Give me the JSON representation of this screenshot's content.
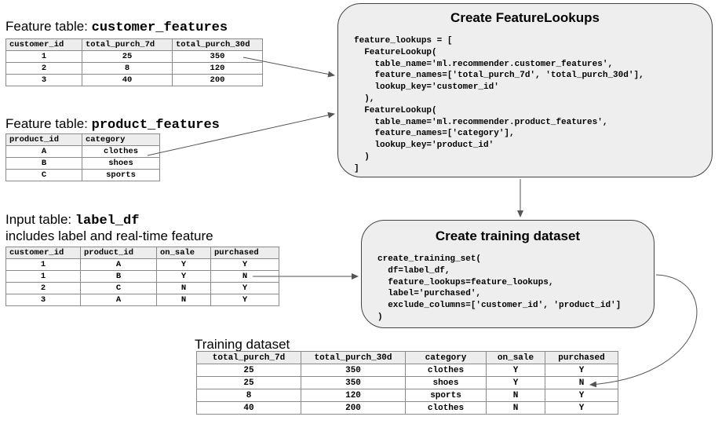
{
  "customer_features": {
    "caption_prefix": "Feature table: ",
    "caption_code": "customer_features",
    "columns": [
      "customer_id",
      "total_purch_7d",
      "total_purch_30d"
    ],
    "rows": [
      [
        "1",
        "25",
        "350"
      ],
      [
        "2",
        "8",
        "120"
      ],
      [
        "3",
        "40",
        "200"
      ]
    ]
  },
  "product_features": {
    "caption_prefix": "Feature table: ",
    "caption_code": "product_features",
    "columns": [
      "product_id",
      "category"
    ],
    "rows": [
      [
        "A",
        "clothes"
      ],
      [
        "B",
        "shoes"
      ],
      [
        "C",
        "sports"
      ]
    ]
  },
  "label_df": {
    "caption_prefix": "Input table: ",
    "caption_code": "label_df",
    "caption_line2": "includes label and real-time feature",
    "columns": [
      "customer_id",
      "product_id",
      "on_sale",
      "purchased"
    ],
    "rows": [
      [
        "1",
        "A",
        "Y",
        "Y"
      ],
      [
        "1",
        "B",
        "Y",
        "N"
      ],
      [
        "2",
        "C",
        "N",
        "Y"
      ],
      [
        "3",
        "A",
        "N",
        "Y"
      ]
    ]
  },
  "feature_lookups_box": {
    "title": "Create FeatureLookups",
    "code": "feature_lookups = [\n  FeatureLookup(\n    table_name='ml.recommender.customer_features',\n    feature_names=['total_purch_7d', 'total_purch_30d'],\n    lookup_key='customer_id'\n  ),\n  FeatureLookup(\n    table_name='ml.recommender.product_features',\n    feature_names=['category'],\n    lookup_key='product_id'\n  )\n]"
  },
  "training_set_box": {
    "title": "Create training dataset",
    "code": "create_training_set(\n  df=label_df,\n  feature_lookups=feature_lookups,\n  label='purchased',\n  exclude_columns=['customer_id', 'product_id']\n)"
  },
  "training_dataset": {
    "caption": "Training dataset",
    "columns": [
      "total_purch_7d",
      "total_purch_30d",
      "category",
      "on_sale",
      "purchased"
    ],
    "rows": [
      [
        "25",
        "350",
        "clothes",
        "Y",
        "Y"
      ],
      [
        "25",
        "350",
        "shoes",
        "Y",
        "N"
      ],
      [
        "8",
        "120",
        "sports",
        "N",
        "Y"
      ],
      [
        "40",
        "200",
        "clothes",
        "N",
        "Y"
      ]
    ]
  },
  "colors": {
    "box_fill": "#eeeeee",
    "box_border": "#444444",
    "arrow": "#555555",
    "header_fill": "#ededed"
  }
}
